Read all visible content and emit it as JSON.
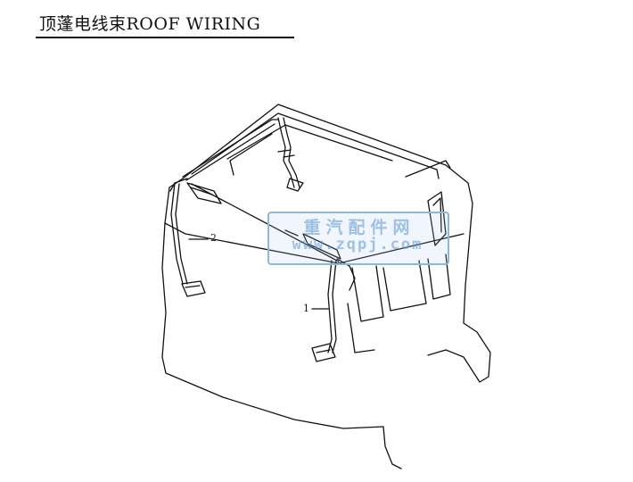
{
  "header": {
    "title": "顶蓬电线束ROOF WIRING"
  },
  "callouts": {
    "item1": "1",
    "item2": "2"
  },
  "watermark": {
    "chinese": "重汽配件网",
    "url": "www.zqpj.com",
    "color": "#8fb6dc"
  }
}
